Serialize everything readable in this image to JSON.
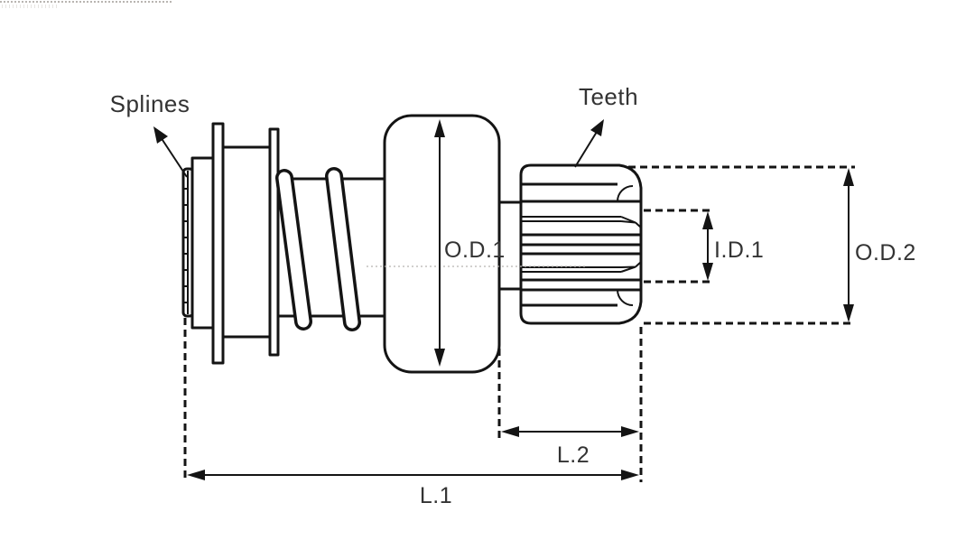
{
  "diagram": {
    "labels": {
      "splines": "Splines",
      "teeth": "Teeth",
      "od1": "O.D.1",
      "od2": "O.D.2",
      "id1": "I.D.1",
      "l1": "L.1",
      "l2": "L.2"
    },
    "colors": {
      "line": "#141414",
      "text": "#333333",
      "background": "#ffffff",
      "watermark": "#b9b5b1"
    }
  }
}
